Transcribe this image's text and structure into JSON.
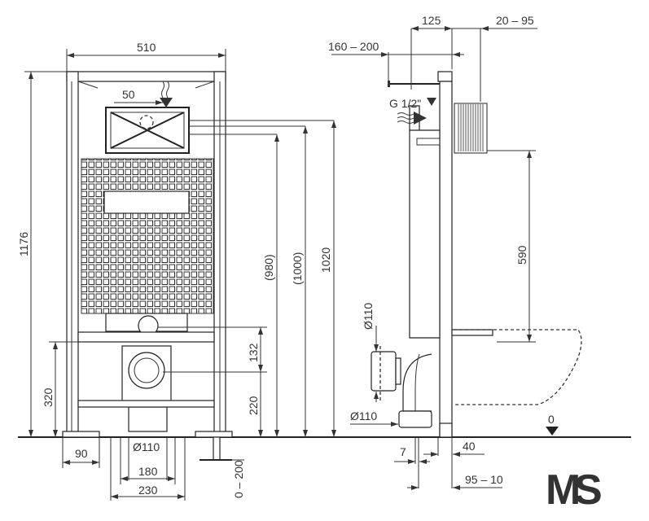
{
  "front_view": {
    "width_total": "510",
    "height_total": "1176",
    "offset_50": "50",
    "height_980": "(980)",
    "height_1000": "(1000)",
    "height_1020": "1020",
    "height_320": "320",
    "height_132": "132",
    "height_220": "220",
    "foot_90": "90",
    "drain_diameter": "Ø110",
    "width_180": "180",
    "width_230": "230",
    "leg_adjust": "0 – 200"
  },
  "side_view": {
    "depth_125": "125",
    "range_20_95": "20 – 95",
    "range_160_200": "160 – 200",
    "water_inlet": "G 1/2\"",
    "height_590": "590",
    "pipe_diameter_vertical": "Ø110",
    "pipe_diameter_horizontal": "Ø110",
    "floor_level": "0",
    "offset_7": "7",
    "offset_40": "40",
    "range_95_10": "95 – 10"
  },
  "logo": {
    "text_m": "M",
    "text_s": "S",
    "color_m": "#5cf21c",
    "color_s": "#27344a"
  }
}
